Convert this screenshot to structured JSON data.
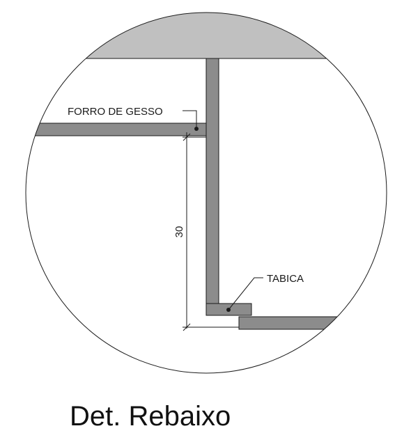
{
  "labels": {
    "ceiling": "FORRO DE GESSO",
    "trim": "TABICA"
  },
  "dimension": {
    "value": "30"
  },
  "title": "Det. Rebaixo",
  "colors": {
    "slab": "#c0c0c0",
    "section": "#8c8c8c",
    "line": "#1a1a1a"
  }
}
